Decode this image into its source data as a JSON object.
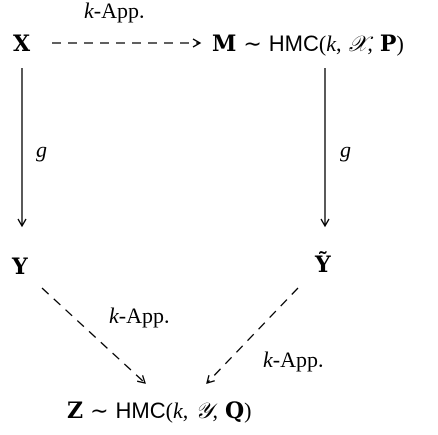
{
  "nodes": {
    "X": {
      "var": "X"
    },
    "M": {
      "var": "M",
      "sim": "∼",
      "dist": "HMC",
      "open": "(",
      "k": "k",
      "comma1": ",",
      "space": "𝒳",
      "comma2": ",",
      "param": "P",
      "close": ")"
    },
    "Y": {
      "var": "Y"
    },
    "Ytilde": {
      "var": "Ỹ"
    },
    "Z": {
      "var": "Z",
      "sim": "∼",
      "dist": "HMC",
      "open": "(",
      "k": "k",
      "comma1": ",",
      "space": "𝒴",
      "comma2": ",",
      "param": "Q",
      "close": ")"
    }
  },
  "edges": {
    "X_M": {
      "k": "k",
      "suffix": "-App."
    },
    "X_Y": {
      "label": "g"
    },
    "M_Ytilde": {
      "label": "g"
    },
    "Y_Z": {
      "k": "k",
      "suffix": "-App."
    },
    "Ytilde_Z": {
      "k": "k",
      "suffix": "-App."
    }
  }
}
